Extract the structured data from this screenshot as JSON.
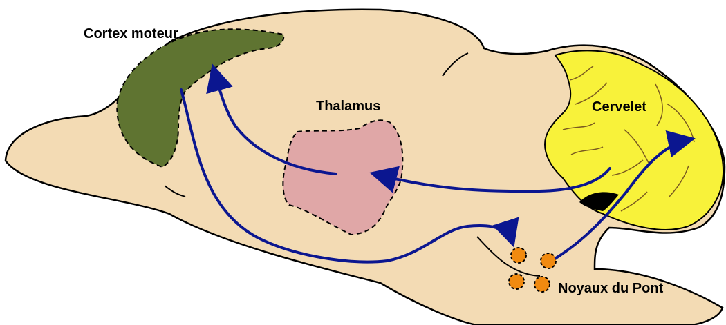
{
  "labels": {
    "motor_cortex": "Cortex moteur",
    "thalamus": "Thalamus",
    "cerebellum": "Cervelet",
    "pontine_nuclei": "Noyaux du Pont"
  },
  "colors": {
    "brain": "#f3dbb4",
    "motor_cortex": "#5f7431",
    "thalamus": "#e0a7a7",
    "cerebellum": "#f8f23a",
    "pontine_nuclei": "#f08a10",
    "pathway": "#0b1690",
    "outline": "#000000"
  }
}
